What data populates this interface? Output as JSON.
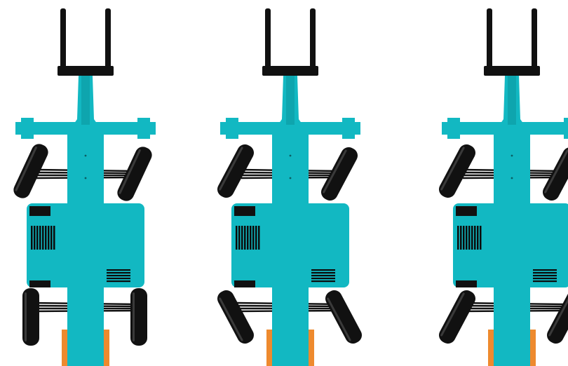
{
  "diagram": {
    "background_color": "#ffffff",
    "colors": {
      "body": "#12b8c2",
      "body_dark": "#0ea5ae",
      "tire": "#111111",
      "mast": "#111111",
      "counterweight": "#ee8a2e",
      "grille": "#0b0b0b"
    },
    "vehicles": [
      {
        "id": "vehicle-1",
        "front_wheel_angle_deg": 25,
        "rear_wheel_angle_deg": 0
      },
      {
        "id": "vehicle-2",
        "front_wheel_angle_deg": 28,
        "rear_wheel_angle_deg": -28
      },
      {
        "id": "vehicle-3",
        "front_wheel_angle_deg": 28,
        "rear_wheel_angle_deg": 28
      }
    ]
  }
}
